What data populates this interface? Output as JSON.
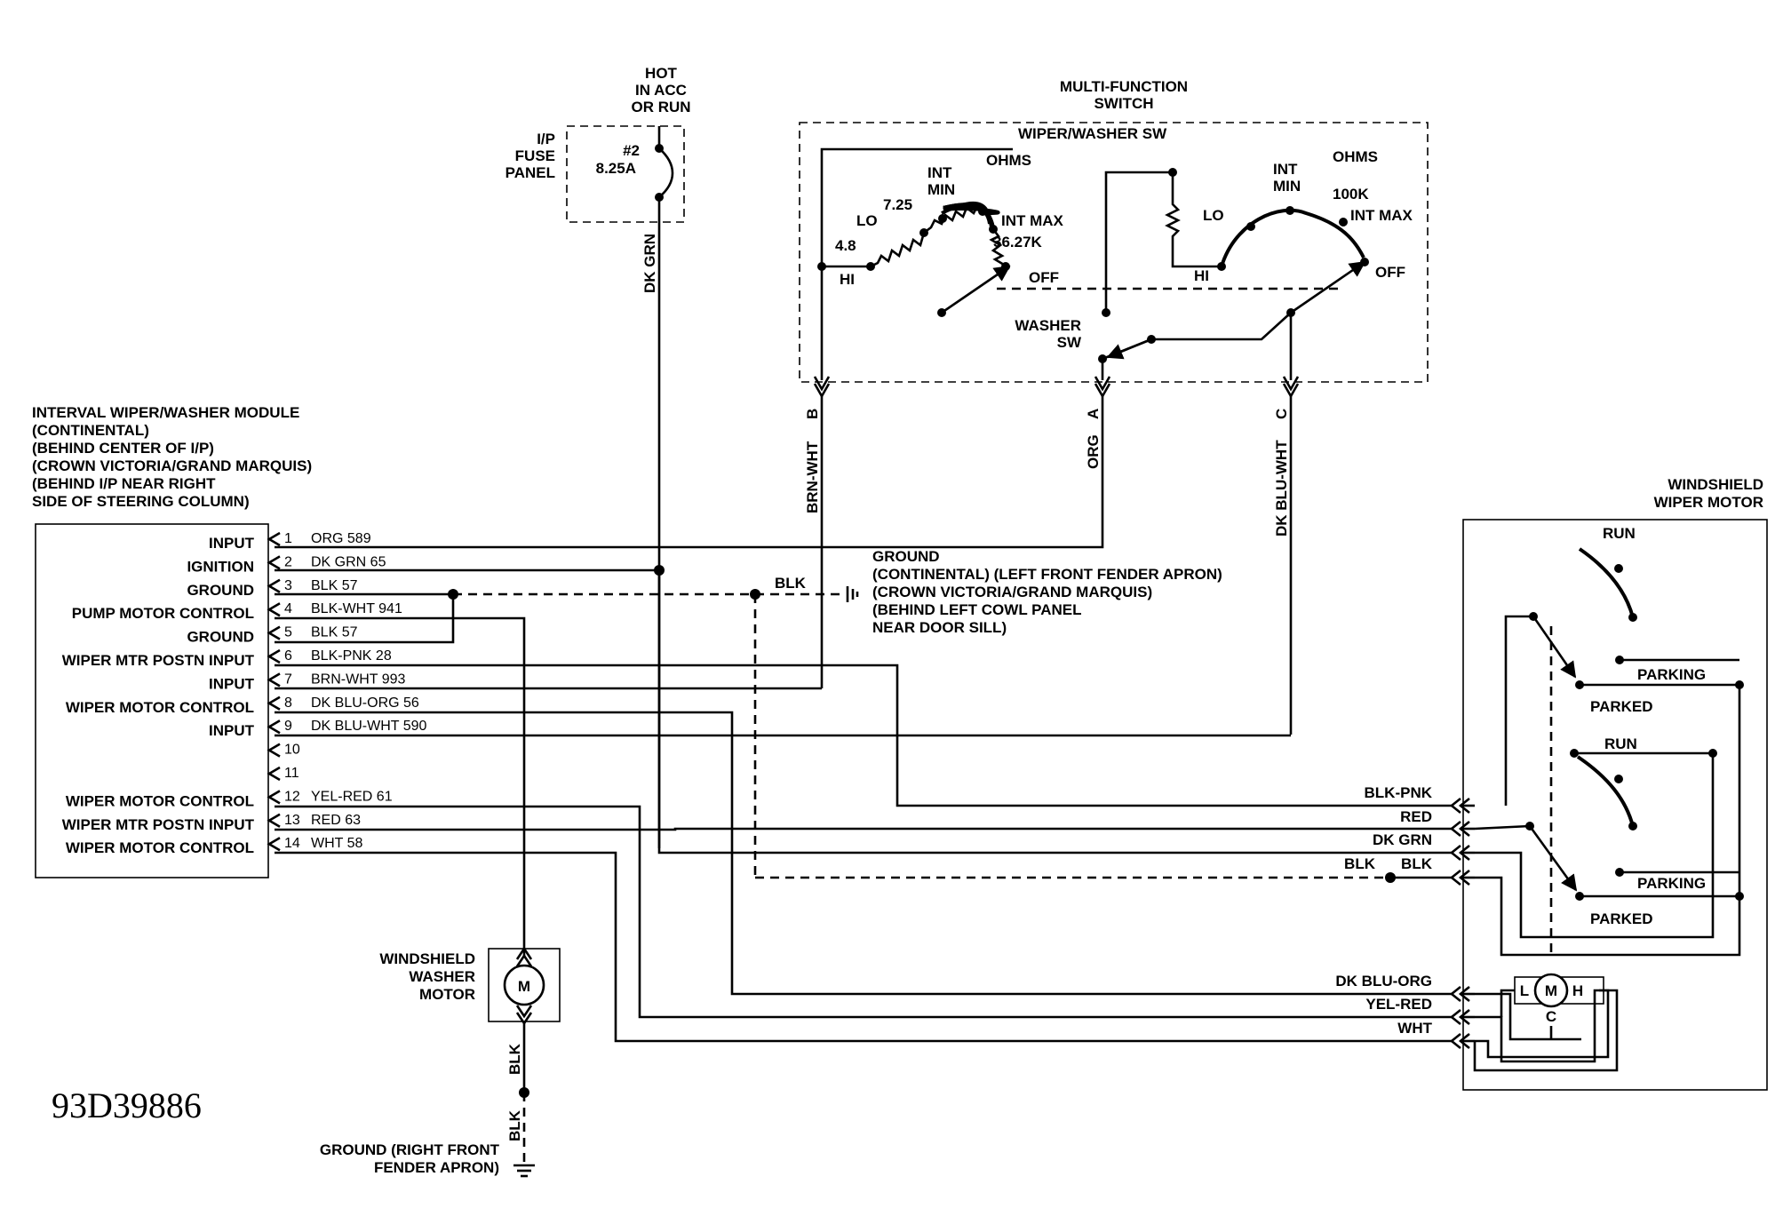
{
  "figure_id": "93D39886",
  "fuse_panel": {
    "feed": [
      "HOT",
      "IN ACC",
      "OR RUN"
    ],
    "panel": [
      "I/P",
      "FUSE",
      "PANEL"
    ],
    "fuse": [
      "#2",
      "8.25A"
    ],
    "wire": "DK GRN"
  },
  "multifunction_switch": {
    "title": [
      "MULTI-FUNCTION",
      "SWITCH"
    ],
    "subtitle": "WIPER/WASHER SW",
    "left_ohms": "OHMS",
    "right_ohms": "OHMS",
    "left_resistors": {
      "r1": "4.8",
      "r2": "7.25",
      "r3": "36.27K"
    },
    "right_resistor": "100K",
    "positions": {
      "hi": "HI",
      "lo": "LO",
      "int": "INT",
      "min": "MIN",
      "int_max": "INT MAX",
      "off": "OFF"
    },
    "washer": [
      "WASHER",
      "SW"
    ],
    "outputs": [
      {
        "wire": "BRN-WHT",
        "term": "B"
      },
      {
        "wire": "ORG",
        "term": "A"
      },
      {
        "wire": "DK BLU-WHT",
        "term": "C"
      }
    ]
  },
  "module": {
    "title": [
      "INTERVAL WIPER/WASHER MODULE",
      "(CONTINENTAL)",
      "(BEHIND CENTER OF I/P)",
      "(CROWN VICTORIA/GRAND MARQUIS)",
      "(BEHIND I/P NEAR RIGHT",
      "SIDE OF STEERING COLUMN)"
    ],
    "pins": [
      {
        "num": "1",
        "function": "INPUT",
        "wire": "ORG 589"
      },
      {
        "num": "2",
        "function": "IGNITION",
        "wire": "DK GRN 65"
      },
      {
        "num": "3",
        "function": "GROUND",
        "wire": "BLK 57"
      },
      {
        "num": "4",
        "function": "PUMP MOTOR CONTROL",
        "wire": "BLK-WHT 941"
      },
      {
        "num": "5",
        "function": "GROUND",
        "wire": "BLK 57"
      },
      {
        "num": "6",
        "function": "WIPER MTR POSTN INPUT",
        "wire": "BLK-PNK 28"
      },
      {
        "num": "7",
        "function": "INPUT",
        "wire": "BRN-WHT 993"
      },
      {
        "num": "8",
        "function": "WIPER MOTOR CONTROL",
        "wire": "DK BLU-ORG 56"
      },
      {
        "num": "9",
        "function": "INPUT",
        "wire": "DK BLU-WHT 590"
      },
      {
        "num": "10",
        "function": "",
        "wire": ""
      },
      {
        "num": "11",
        "function": "",
        "wire": ""
      },
      {
        "num": "12",
        "function": "WIPER MOTOR CONTROL",
        "wire": "YEL-RED 61"
      },
      {
        "num": "13",
        "function": "WIPER MTR POSTN INPUT",
        "wire": "RED 63"
      },
      {
        "num": "14",
        "function": "WIPER MOTOR CONTROL",
        "wire": "WHT 58"
      }
    ]
  },
  "ground_left": {
    "wire": "BLK",
    "lines": [
      "GROUND",
      "(CONTINENTAL) (LEFT FRONT FENDER APRON)",
      "(CROWN VICTORIA/GRAND MARQUIS)",
      "(BEHIND LEFT COWL PANEL",
      "NEAR DOOR SILL)"
    ]
  },
  "washer_motor": {
    "title": [
      "WINDSHIELD",
      "WASHER",
      "MOTOR"
    ],
    "symbol": "M",
    "wire": "BLK",
    "ground": [
      "GROUND (RIGHT FRONT",
      "FENDER APRON)"
    ]
  },
  "wiper_motor": {
    "title": [
      "WINDSHIELD",
      "WIPER MOTOR"
    ],
    "run": "RUN",
    "parking": "PARKING",
    "parked": "PARKED",
    "motor": {
      "m": "M",
      "l": "L",
      "h": "H",
      "c": "C"
    },
    "wires": [
      "BLK-PNK",
      "RED",
      "DK GRN",
      "BLK",
      "DK BLU-ORG",
      "YEL-RED",
      "WHT"
    ],
    "ground_wire": "BLK"
  }
}
